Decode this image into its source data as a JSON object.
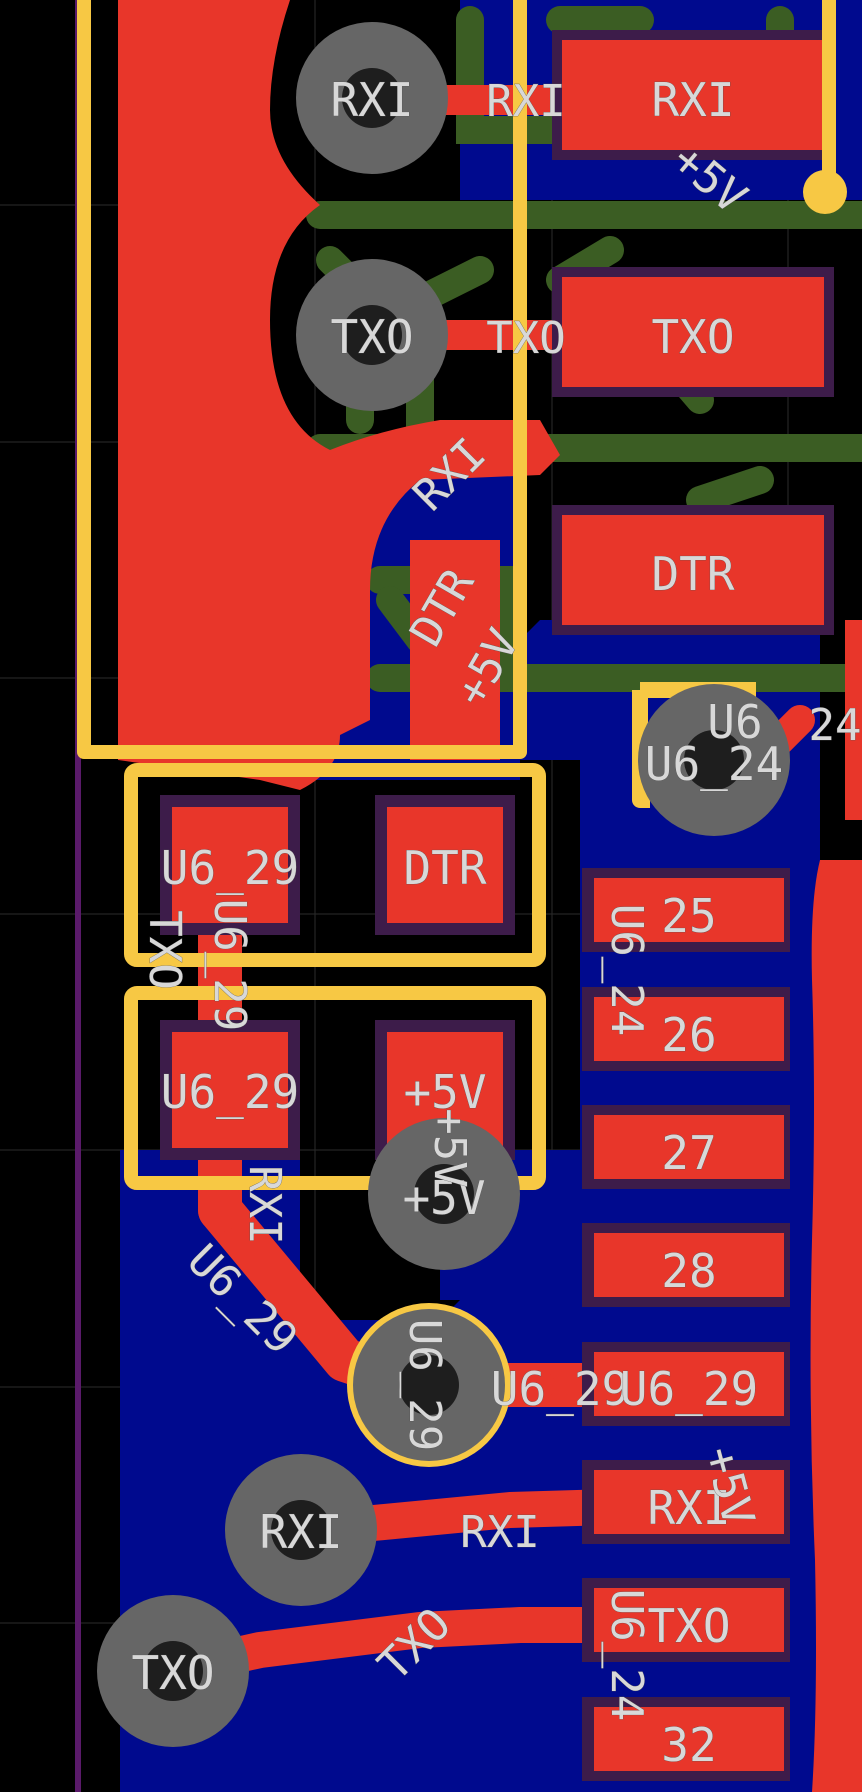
{
  "colors": {
    "background": "#000000",
    "copper_top": "#e8362a",
    "copper_bottom": "#000a8e",
    "copper_inner": "#3b5d23",
    "silkscreen": "#f7c844",
    "via": "#666666",
    "via_hole": "#1e1e1e",
    "edge": "#5a1a6a",
    "grid": "#2b2b2b",
    "label": "#d8d8d8"
  },
  "vias": [
    {
      "net": "RXI"
    },
    {
      "net": "TXO"
    },
    {
      "net": "U6_24",
      "ref": "U6",
      "pin": "24"
    },
    {
      "net": "+5V"
    },
    {
      "net": "U6_29"
    },
    {
      "net": "RXI"
    },
    {
      "net": "TXO"
    }
  ],
  "connector_pads": [
    {
      "net": "RXI"
    },
    {
      "net": "TXO"
    },
    {
      "net": "DTR"
    }
  ],
  "resistor_pads": {
    "r1": [
      "U6_29",
      "DTR"
    ],
    "r2": [
      "U6_29",
      "+5V"
    ]
  },
  "ic_pads": [
    "25",
    "26",
    "27",
    "28",
    "U6_29",
    "RXI",
    "TXO",
    "32"
  ],
  "trace_labels": {
    "rxi_top": "RXI",
    "txo_top": "TXO",
    "rxi_diag": "RXI",
    "dtr_diag": "DTR",
    "p5v_diag": "+5V",
    "p5v_top": "+5V",
    "u6_24_vert": "U6_24",
    "u6_29_vert": "U6_29",
    "txo_vert": "TXO",
    "rxi_vert": "RXI",
    "u6_29_diag": "U6_29",
    "p5v_small": "+5V",
    "u6_29_via_vert": "U6_29",
    "p5v_right": "+5V",
    "rxi_bottom": "RXI",
    "txo_bottom": "TXO",
    "u6_24_bottom": "U6_24",
    "u6_24_right": "24"
  }
}
